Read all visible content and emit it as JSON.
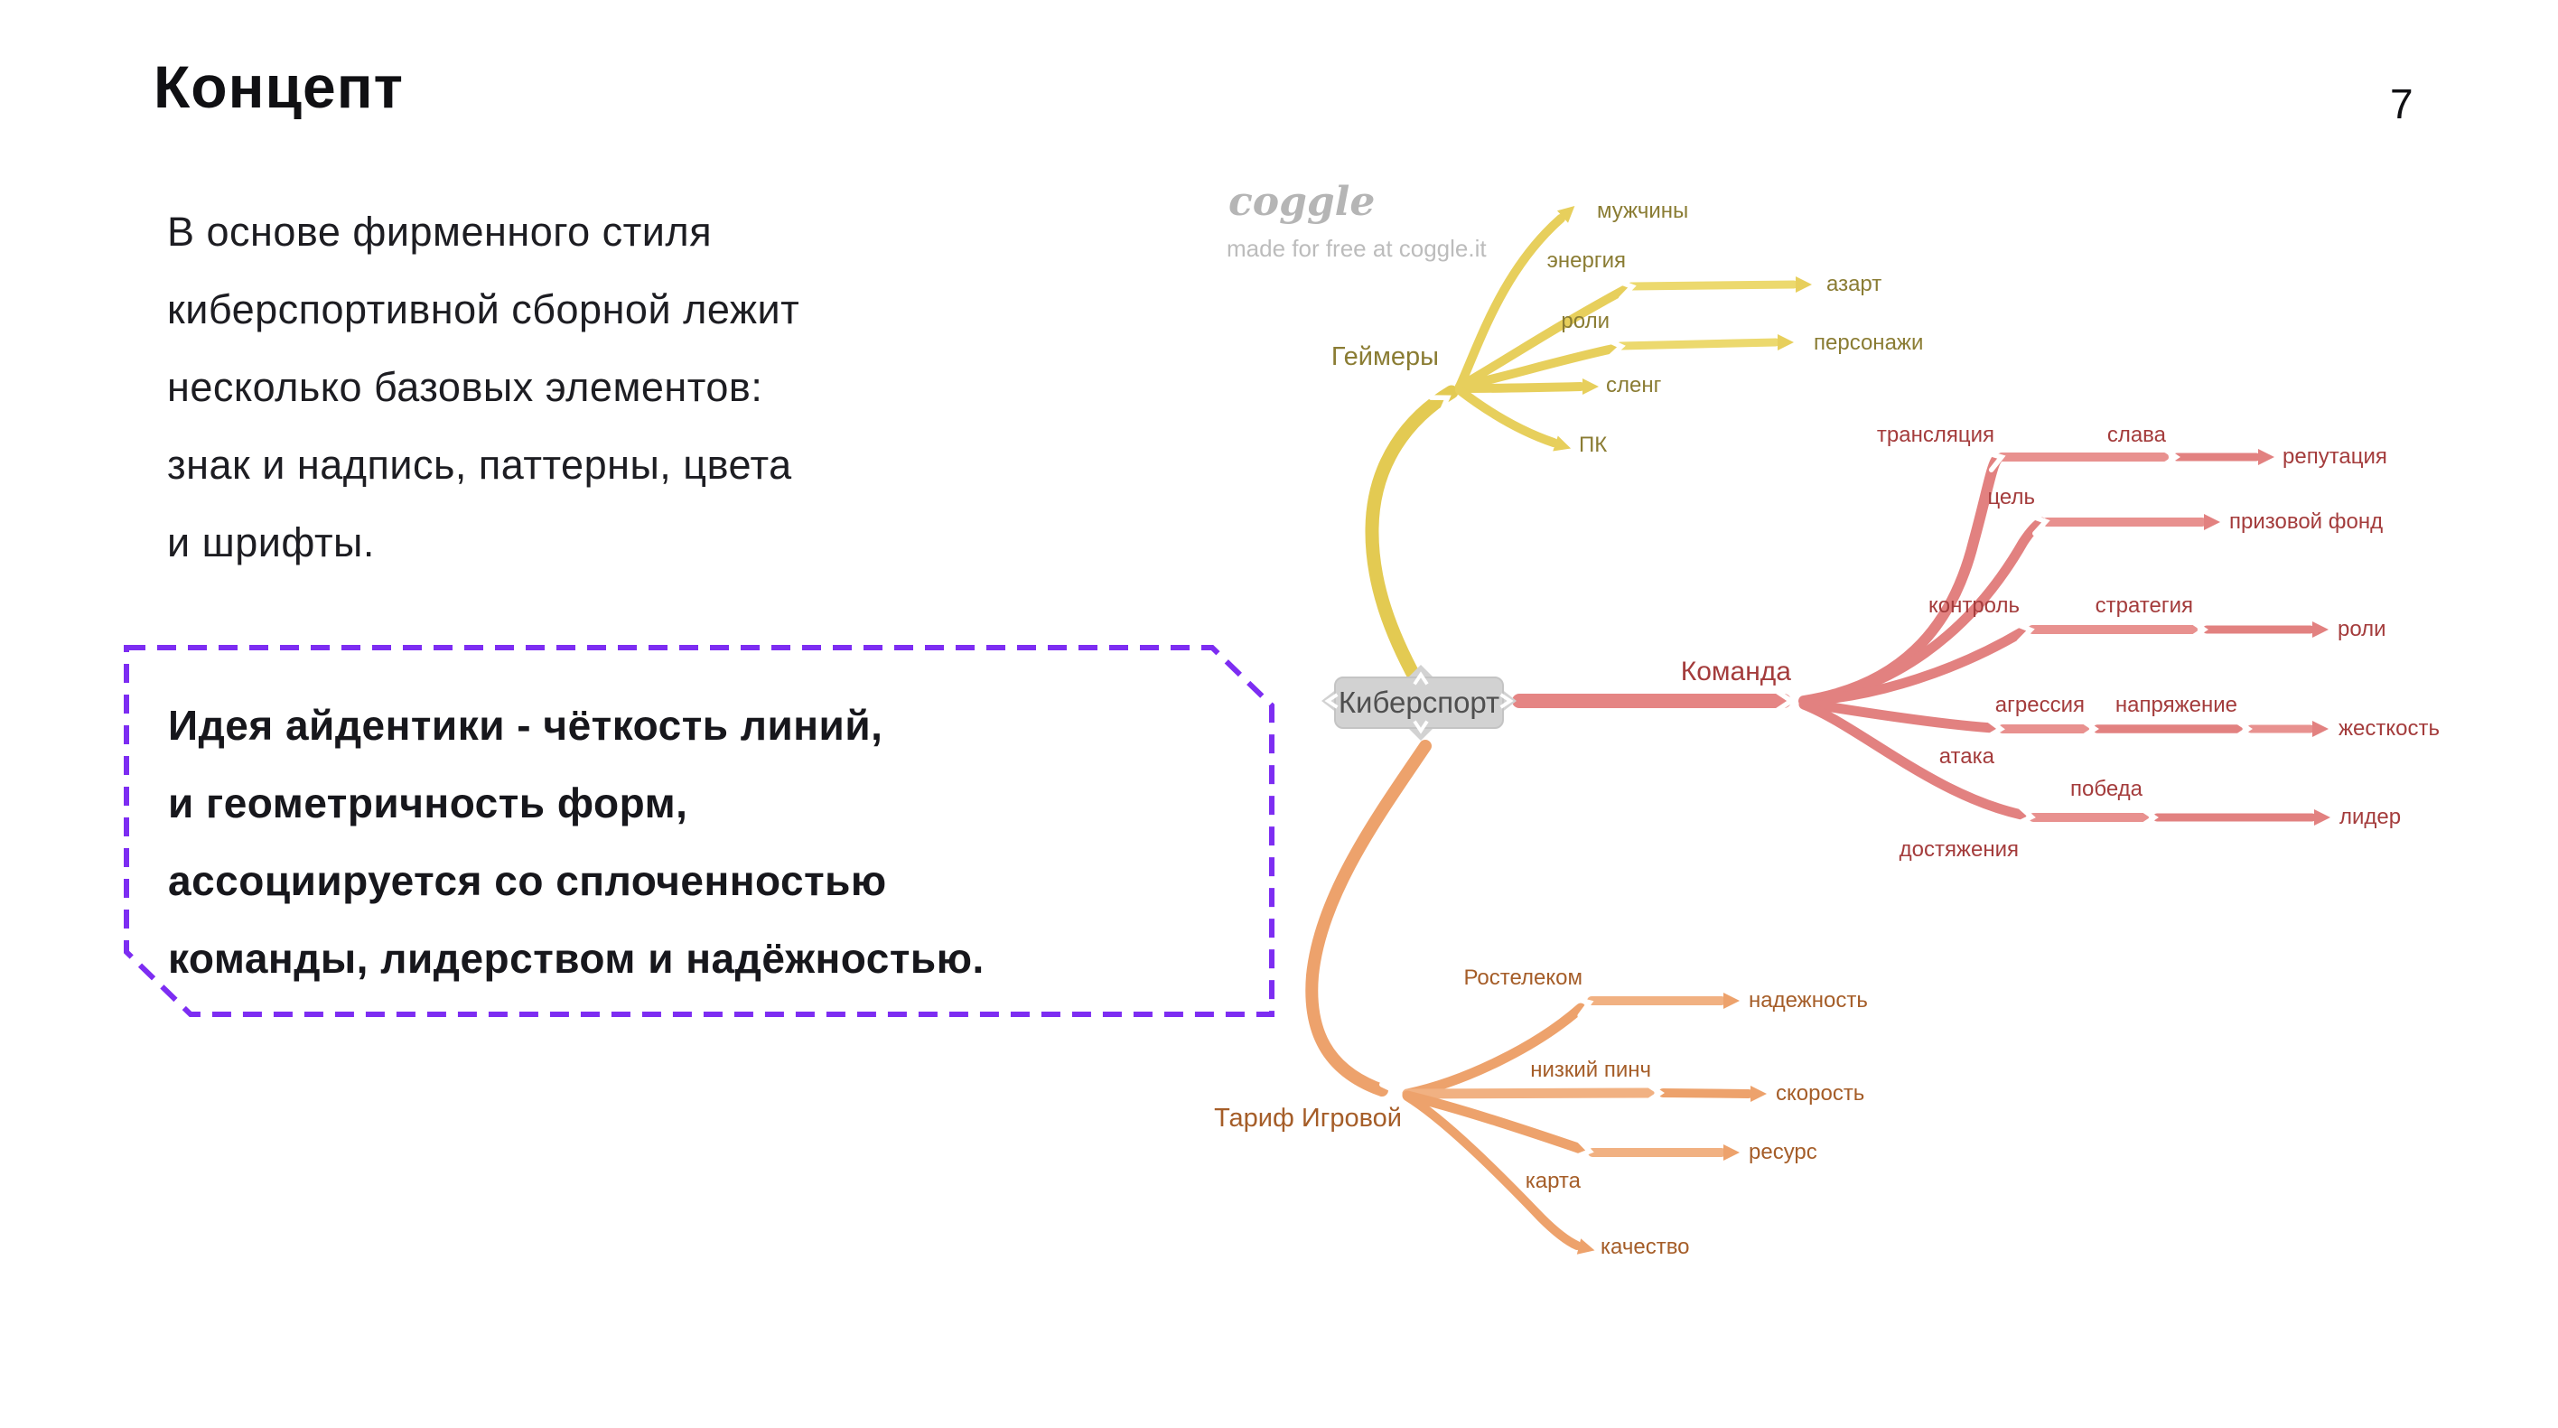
{
  "page": {
    "title": "Концепт",
    "page_number": "7"
  },
  "intro": {
    "text": "В основе фирменного стиля\nкиберспортивной сборной лежит\nнесколько базовых элементов:\nзнак и надпись, паттерны, цвета\nи шрифты."
  },
  "callout": {
    "text": "Идея айдентики - чёткость линий,\nи геометричность форм,\nассоциируется со сплоченностью\nкоманды, лидерством и надёжностью."
  },
  "watermark": {
    "logo": "coggle",
    "tagline": "made for free at coggle.it"
  },
  "mindmap": {
    "root_label": "Киберспорт",
    "branches": [
      {
        "label": "Геймеры",
        "color": "#e7cf5c",
        "label_color": "#8a7c33",
        "children": [
          {
            "label": "мужчины"
          },
          {
            "label": "энергия",
            "children": [
              {
                "label": "азарт"
              }
            ]
          },
          {
            "label": "роли",
            "children": [
              {
                "label": "персонажи"
              }
            ]
          },
          {
            "label": "сленг"
          },
          {
            "label": "ПК"
          }
        ]
      },
      {
        "label": "Команда",
        "color": "#e28180",
        "label_color": "#a43c3c",
        "children": [
          {
            "label": "трансляция",
            "children": [
              {
                "label": "слава",
                "children": [
                  {
                    "label": "репутация"
                  }
                ]
              }
            ]
          },
          {
            "label": "цель",
            "children": [
              {
                "label": "призовой фонд"
              }
            ]
          },
          {
            "label": "контроль",
            "children": [
              {
                "label": "стратегия",
                "children": [
                  {
                    "label": "роли"
                  }
                ]
              }
            ]
          },
          {
            "label": "атака",
            "children": [
              {
                "label": "агрессия",
                "children": [
                  {
                    "label": "напряжение",
                    "children": [
                      {
                        "label": "жесткость"
                      }
                    ]
                  }
                ]
              }
            ]
          },
          {
            "label": "достяжения",
            "children": [
              {
                "label": "победа",
                "children": [
                  {
                    "label": "лидер"
                  }
                ]
              }
            ]
          }
        ]
      },
      {
        "label": "Тариф Игровой",
        "color": "#eda26c",
        "label_color": "#a55d28",
        "children": [
          {
            "label": "Ростелеком",
            "children": [
              {
                "label": "надежность"
              }
            ]
          },
          {
            "label": "низкий пинч",
            "children": [
              {
                "label": "скорость"
              }
            ]
          },
          {
            "label": "карта",
            "children": [
              {
                "label": "ресурс"
              }
            ]
          },
          {
            "label": "качество"
          }
        ]
      }
    ]
  },
  "colors": {
    "accent_purple": "#7d2df2",
    "branch_yellow": "#e7cf5c",
    "branch_red": "#e28180",
    "branch_orange": "#eda26c",
    "label_olive": "#8a7c33",
    "label_dark_red": "#a43c3c",
    "label_brown": "#a55d28",
    "node_fill": "#d2d2d2",
    "node_text": "#4f4f4f",
    "watermark_gray": "#b5b5b5"
  }
}
